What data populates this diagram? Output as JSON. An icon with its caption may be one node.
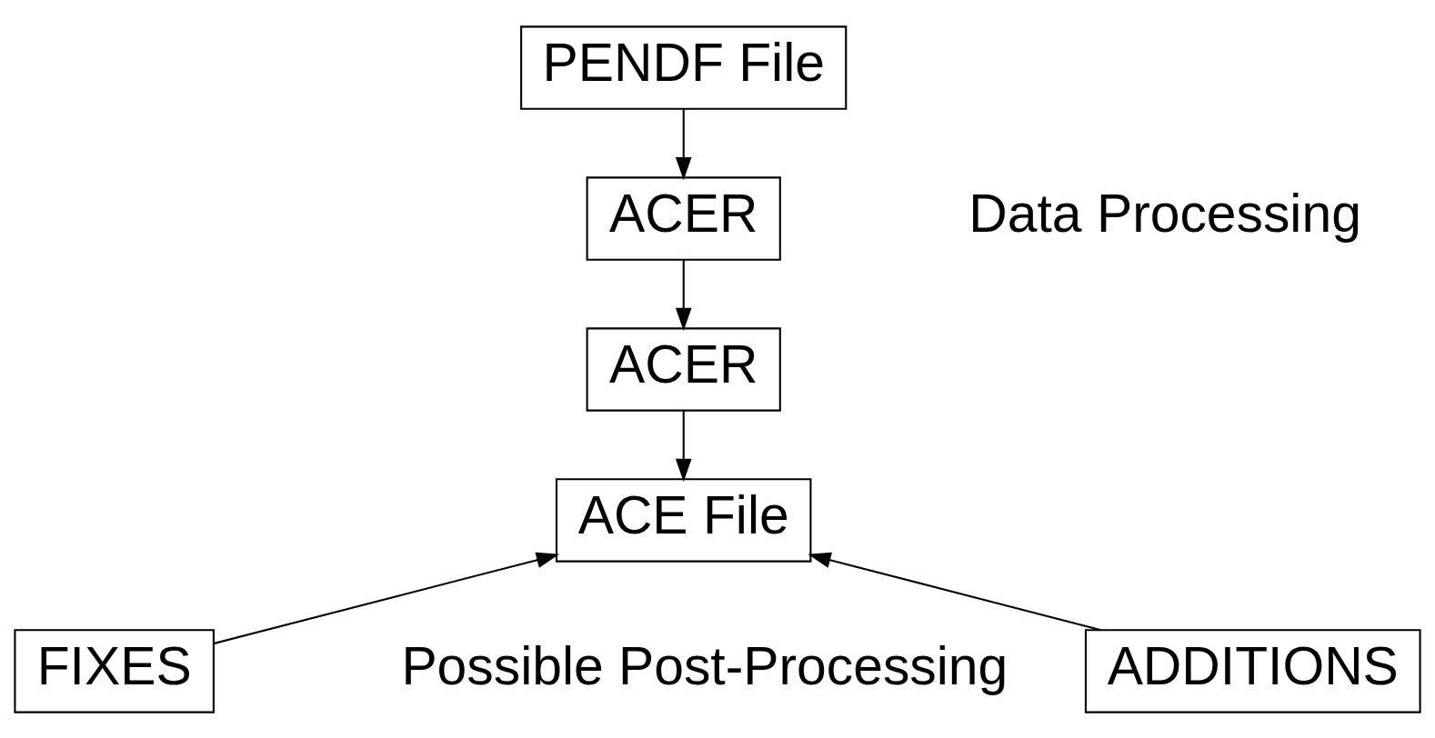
{
  "diagram": {
    "nodes": [
      {
        "text": [
          "PENDF File"
        ]
      },
      {
        "text": [
          "ACER"
        ]
      },
      {
        "text": [
          "ACER"
        ]
      },
      {
        "text": [
          "ACE File"
        ]
      },
      {
        "text": [
          "FIXES"
        ]
      },
      {
        "text": [
          "ADDITIONS"
        ]
      }
    ],
    "edges": [
      {
        "from": 0,
        "to": 1,
        "arrow": "to"
      },
      {
        "from": 1,
        "to": 2,
        "arrow": "to"
      },
      {
        "from": 2,
        "to": 3,
        "arrow": "to"
      },
      {
        "from": 4,
        "to": 3,
        "arrow": "to"
      },
      {
        "from": 5,
        "to": 3,
        "arrow": "to"
      }
    ],
    "labels": [
      "Data Processing",
      "Possible Post-Processing"
    ]
  }
}
